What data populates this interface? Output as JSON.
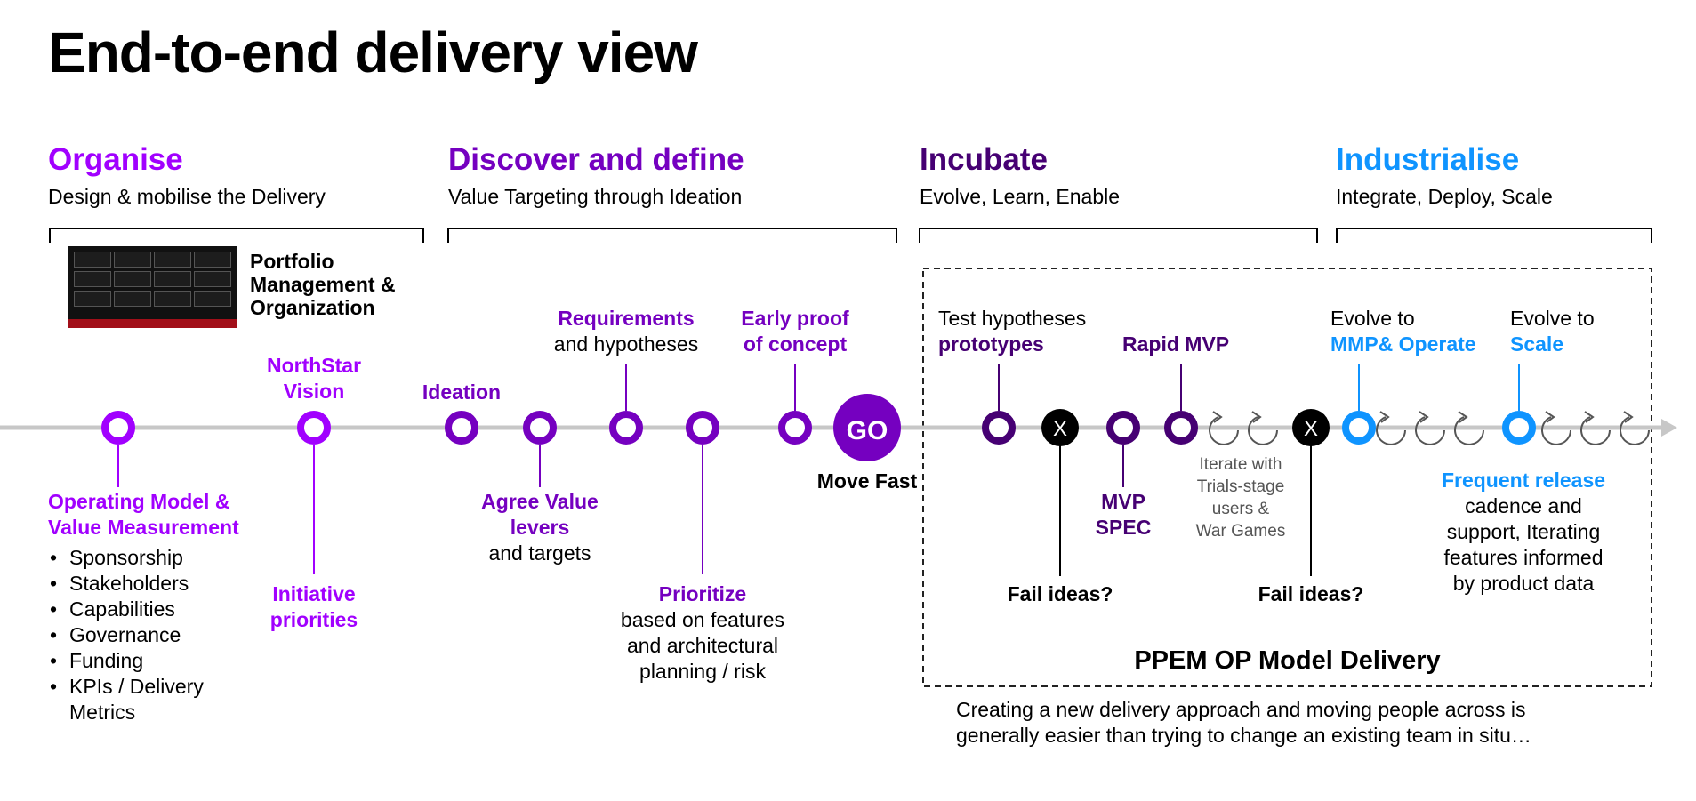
{
  "page_title": "End-to-end delivery view",
  "phases": [
    {
      "title": "Organise",
      "subtitle": "Design & mobilise the Delivery",
      "color": "#a100ff"
    },
    {
      "title": "Discover and define",
      "subtitle": "Value Targeting through Ideation",
      "color": "#7500c0"
    },
    {
      "title": "Incubate",
      "subtitle": "Evolve, Learn, Enable",
      "color": "#460073"
    },
    {
      "title": "Industrialise",
      "subtitle": "Integrate, Deploy, Scale",
      "color": "#0f94ff"
    }
  ],
  "portfolio_label": [
    "Portfolio",
    "Management &",
    "Organization"
  ],
  "organise": {
    "northstar": [
      "NorthStar",
      "Vision"
    ],
    "operating_model": [
      "Operating Model &",
      "Value Measurement"
    ],
    "bullets": [
      "Sponsorship",
      "Stakeholders",
      "Capabilities",
      "Governance",
      "Funding",
      "KPIs / Delivery",
      "Metrics"
    ],
    "initiative": [
      "Initiative",
      "priorities"
    ]
  },
  "discover": {
    "ideation": "Ideation",
    "requirements_bold": "Requirements",
    "requirements_rest": "and hypotheses",
    "early_proof": [
      "Early proof",
      "of concept"
    ],
    "agree_value": [
      "Agree Value",
      "levers"
    ],
    "agree_rest": "and targets",
    "prioritize_bold": "Prioritize",
    "prioritize_rest": [
      "based on features",
      "and architectural",
      "planning / risk"
    ]
  },
  "go": {
    "label": "GO",
    "caption": "Move Fast"
  },
  "incubate": {
    "test_line1": "Test hypotheses",
    "test_line2": "prototypes",
    "rapid_mvp": "Rapid MVP",
    "x_mark": "X",
    "fail_ideas": "Fail ideas?",
    "mvp_spec": [
      "MVP",
      "SPEC"
    ],
    "iterate": [
      "Iterate with",
      "Trials-stage",
      "users &",
      "War Games"
    ]
  },
  "industrialise": {
    "evolve1_line1": "Evolve to",
    "evolve1_line2": "MMP& Operate",
    "evolve2_line1": "Evolve to",
    "evolve2_line2": "Scale",
    "frequent_bold": "Frequent release",
    "frequent_rest": [
      "cadence and",
      "support, Iterating",
      "features informed",
      "by product data"
    ]
  },
  "box_title": "PPEM OP Model Delivery",
  "footnote": [
    "Creating a new delivery approach and moving people across is",
    "generally easier than trying to change an existing team in situ…"
  ]
}
